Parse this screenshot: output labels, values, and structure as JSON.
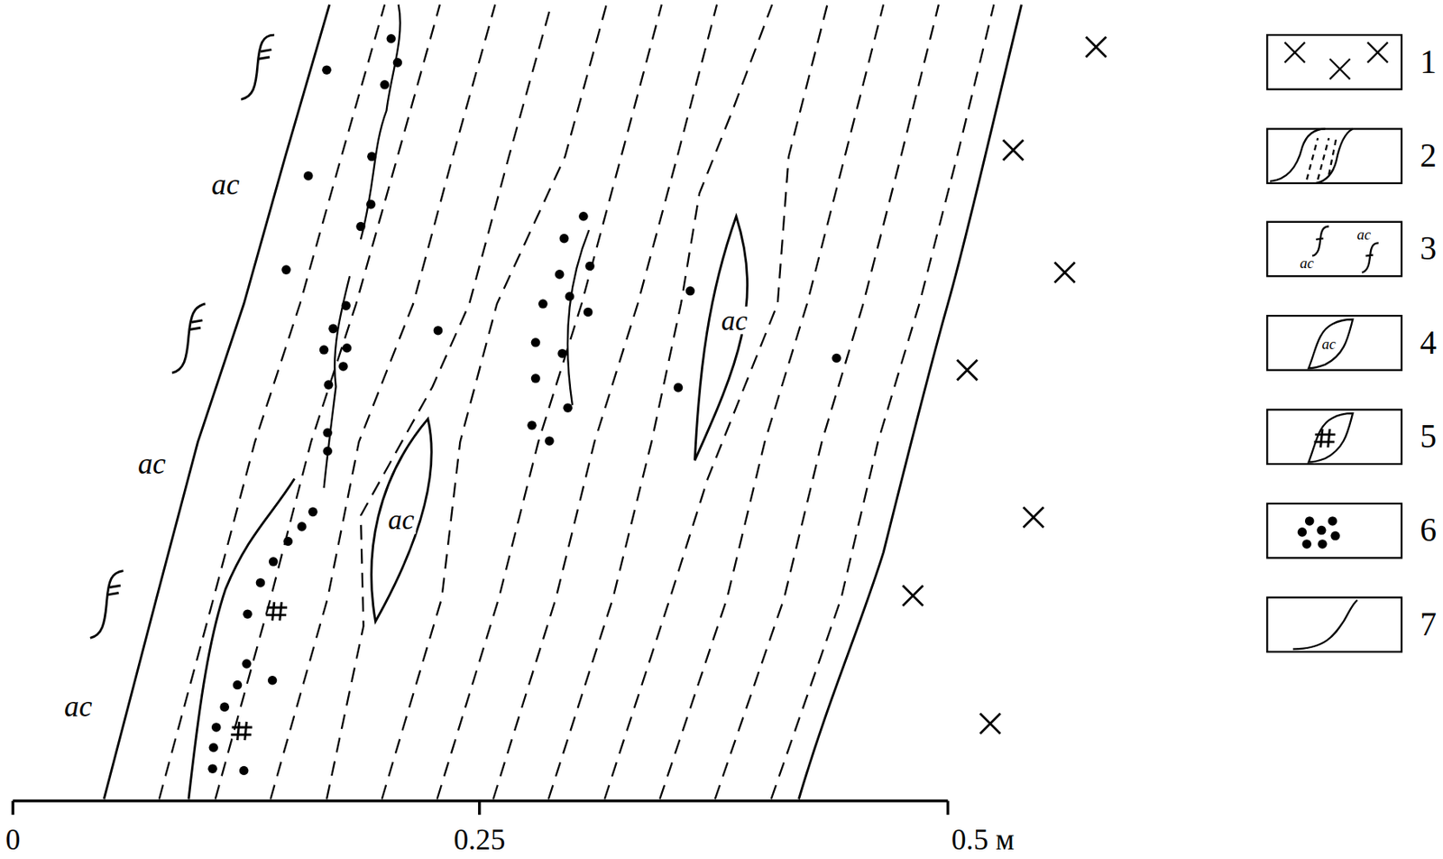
{
  "diagram": {
    "nodes": [
      {
        "text": [
          "ac"
        ]
      },
      {
        "text": [
          "ac"
        ]
      }
    ],
    "labels": [
      "ac",
      "ac",
      "ac",
      "ac",
      "ac",
      "ac",
      "0",
      "0.25",
      "0.5 м"
    ],
    "legend": [
      {
        "text": "1"
      },
      {
        "text": "2"
      },
      {
        "text": "3"
      },
      {
        "text": "4"
      },
      {
        "text": "5"
      },
      {
        "text": "6"
      },
      {
        "text": "7"
      }
    ]
  }
}
